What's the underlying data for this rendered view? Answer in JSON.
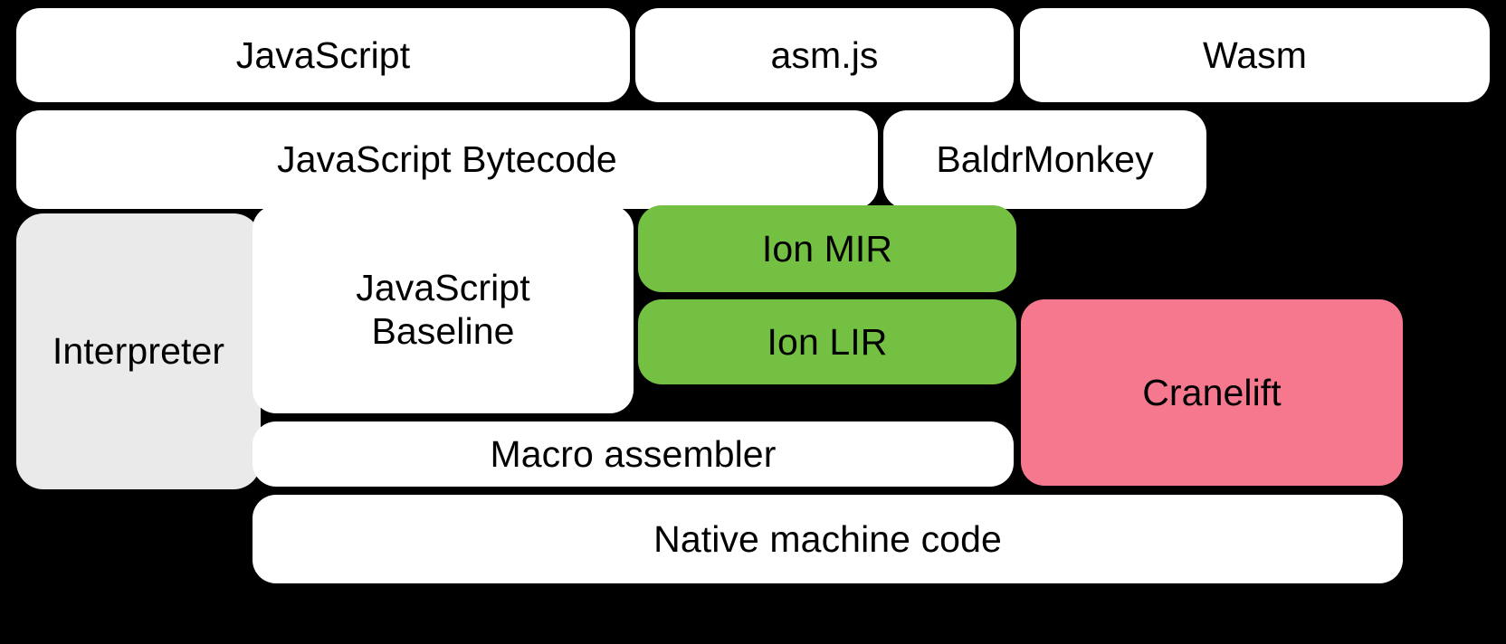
{
  "diagram": {
    "title": "SpiderMonkey compilation pipeline",
    "background_color": "#000000",
    "palette": {
      "white": "#FFFFFF",
      "gray": "#EAEAEA",
      "green": "#73C043",
      "pink": "#F5788F",
      "text": "#000000"
    },
    "rows": [
      {
        "name": "source-languages",
        "nodes": [
          {
            "id": "javascript",
            "label": "JavaScript",
            "color": "white"
          },
          {
            "id": "asmjs",
            "label": "asm.js",
            "color": "white"
          },
          {
            "id": "wasm",
            "label": "Wasm",
            "color": "white"
          }
        ]
      },
      {
        "name": "front-end-representations",
        "nodes": [
          {
            "id": "js-bytecode",
            "label": "JavaScript Bytecode",
            "color": "white"
          },
          {
            "id": "baldrmonkey",
            "label": "BaldrMonkey",
            "color": "white"
          }
        ]
      },
      {
        "name": "execution-tiers",
        "nodes": [
          {
            "id": "interpreter",
            "label": "Interpreter",
            "color": "gray"
          },
          {
            "id": "js-baseline",
            "label": "JavaScript\nBaseline",
            "color": "white"
          },
          {
            "id": "ion-mir",
            "label": "Ion MIR",
            "color": "green"
          },
          {
            "id": "ion-lir",
            "label": "Ion LIR",
            "color": "green"
          },
          {
            "id": "cranelift",
            "label": "Cranelift",
            "color": "pink"
          }
        ]
      },
      {
        "name": "code-generation",
        "nodes": [
          {
            "id": "macro-assembler",
            "label": "Macro assembler",
            "color": "white"
          }
        ]
      },
      {
        "name": "output",
        "nodes": [
          {
            "id": "native-code",
            "label": "Native machine code",
            "color": "white"
          }
        ]
      }
    ]
  },
  "labels": {
    "javascript": "JavaScript",
    "asmjs": "asm.js",
    "wasm": "Wasm",
    "js_bytecode": "JavaScript Bytecode",
    "baldrmonkey": "BaldrMonkey",
    "interpreter": "Interpreter",
    "js_baseline": "JavaScript\nBaseline",
    "ion_mir": "Ion MIR",
    "ion_lir": "Ion LIR",
    "cranelift": "Cranelift",
    "macro_assembler": "Macro assembler",
    "native_code": "Native machine code"
  }
}
